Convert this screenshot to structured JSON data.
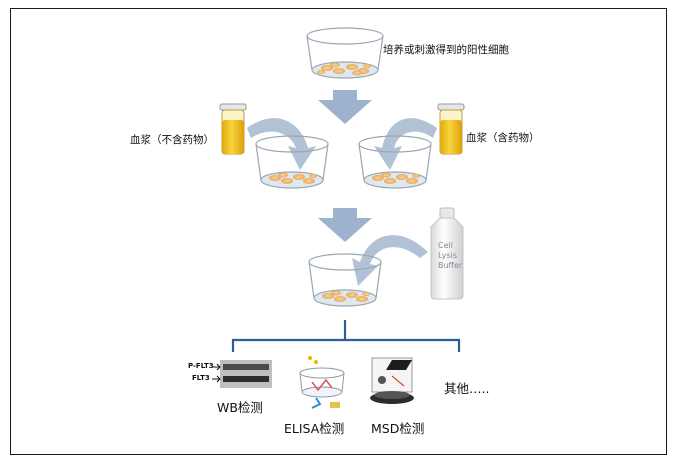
{
  "labels": {
    "stimulated_cells": "培养或刺激得到的阳性细胞",
    "plasma_no_drug": "血浆（不含药物）",
    "plasma_with_drug": "血浆（含药物）",
    "bottle_line1": "Cell",
    "bottle_line2": "Lysis",
    "bottle_line3": "Buffer",
    "wb": "WB检测",
    "elisa": "ELISA检测",
    "msd": "MSD检测",
    "other": "其他…..",
    "wb_band1": "P-FLT3",
    "wb_band2": "FLT3"
  },
  "colors": {
    "arrow_blue": "#9db2cc",
    "bracket_blue": "#2f5d9a",
    "tube_yellow": "#f2c21b",
    "cell_orange": "#f0b46a"
  },
  "icons": [
    "petri-dish-icon",
    "blood-tube-icon",
    "reagent-bottle-icon",
    "western-blot-icon",
    "elisa-plate-icon",
    "msd-plate-icon"
  ]
}
